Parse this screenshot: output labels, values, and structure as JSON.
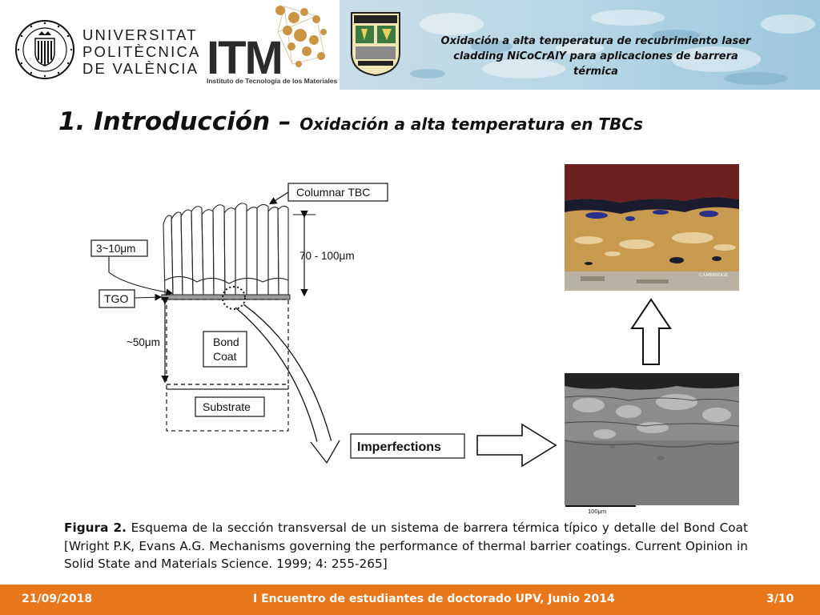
{
  "header": {
    "university_lines": [
      "UNIVERSITAT",
      "POLITÈCNICA",
      "DE  VALÈNCIA"
    ],
    "itm_letters": "ITM",
    "itm_subtitle": "Instituto de Tecnología de los Materiales",
    "title": "Oxidación a alta temperatura de recubrimiento laser cladding NiCoCrAlY para aplicaciones de barrera térmica",
    "strip_color": "#a9cfe2",
    "itm_color": "#c99443"
  },
  "slide": {
    "title_main": "1. Introducción – ",
    "title_sub": "Oxidación a alta temperatura en TBCs"
  },
  "diagram": {
    "columnar_label": "Columnar TBC",
    "thickness_label": "70 - 100μm",
    "tgo_thickness_label": "3~10μm",
    "tgo_label": "TGO",
    "bond_thickness_label": "~50μm",
    "bond_coat_line1": "Bond",
    "bond_coat_line2": "Coat",
    "substrate_label": "Substrate",
    "imperfections_label": "Imperfections"
  },
  "micrograph": {
    "top_watermark": "CAMBRIDGE",
    "scale_label": "100μm"
  },
  "caption": {
    "figure_label": "Figura 2.",
    "text": " Esquema de la sección transversal de un sistema de barrera térmica típico y detalle del Bond Coat [Wright P.K, Evans A.G. Mechanisms governing the performance of thermal barrier coatings. Current Opinion in Solid State and Materials Science. 1999; 4: 255-265]"
  },
  "footer": {
    "date": "21/09/2018",
    "event": "I Encuentro de estudiantes de doctorado UPV, Junio 2014",
    "page": "3/10",
    "color": "#e8761a"
  }
}
